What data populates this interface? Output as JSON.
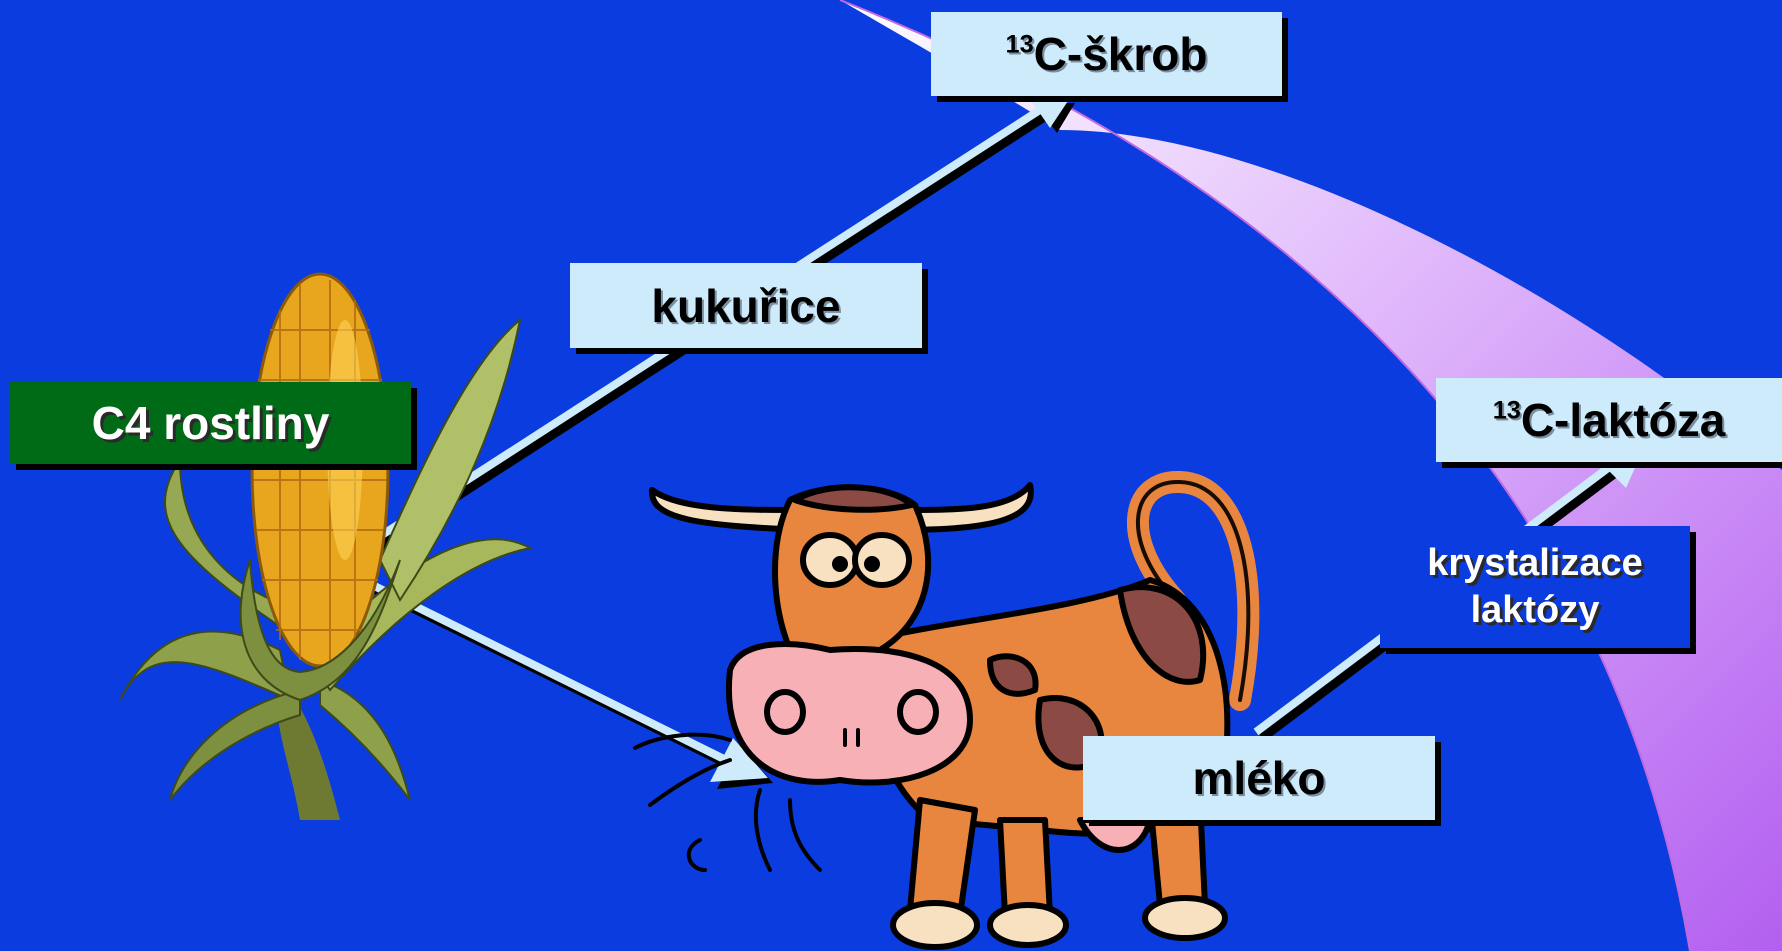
{
  "colors": {
    "background": "#0a3ce0",
    "label_box": "#cdebfb",
    "c4_box": "#006b16",
    "arrow": "#cdebfb",
    "curve_band": "#c98af2"
  },
  "labels": {
    "skrob": {
      "sup": "13",
      "text": "C-škrob"
    },
    "kukurice": "kukuřice",
    "c4_rostliny": "C4 rostliny",
    "laktoza": {
      "sup": "13",
      "text": "C-laktóza"
    },
    "krystalizace": {
      "line1": "krystalizace",
      "line2": "laktózy"
    },
    "mleko": "mléko"
  },
  "illustrations": {
    "corn": "corn-cob-icon",
    "cow": "cartoon-cow-icon"
  }
}
